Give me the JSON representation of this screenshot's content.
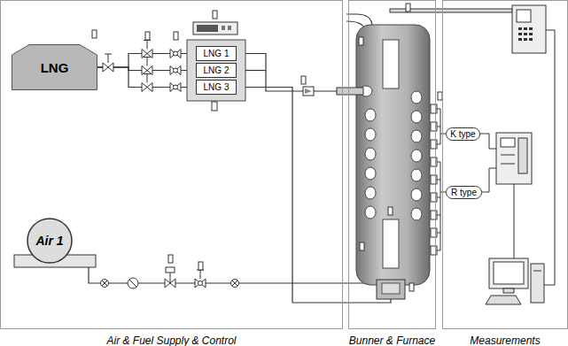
{
  "diagram": {
    "nodes": [
      {
        "text": [
          "Air & Fuel Supply & Control"
        ]
      },
      {
        "text": [
          "LNG"
        ],
        "in": 0
      },
      {
        "text": [
          "LNG 1"
        ],
        "in": 0
      },
      {
        "text": [
          "LNG 2"
        ],
        "in": 0
      },
      {
        "text": [
          "LNG 3"
        ],
        "in": 0
      },
      {
        "text": [
          "Air 1"
        ],
        "in": 0
      },
      {
        "text": [
          "Bunner & Furnace"
        ]
      },
      {
        "text": [
          "Measurements"
        ]
      },
      {
        "text": [
          "K type"
        ],
        "in": 7
      },
      {
        "text": [
          "R type"
        ],
        "in": 7
      }
    ],
    "edges": [
      {
        "from": 1,
        "to": 2,
        "arrow": "none"
      },
      {
        "from": 1,
        "to": 3,
        "arrow": "none"
      },
      {
        "from": 1,
        "to": 4,
        "arrow": "none"
      }
    ]
  }
}
